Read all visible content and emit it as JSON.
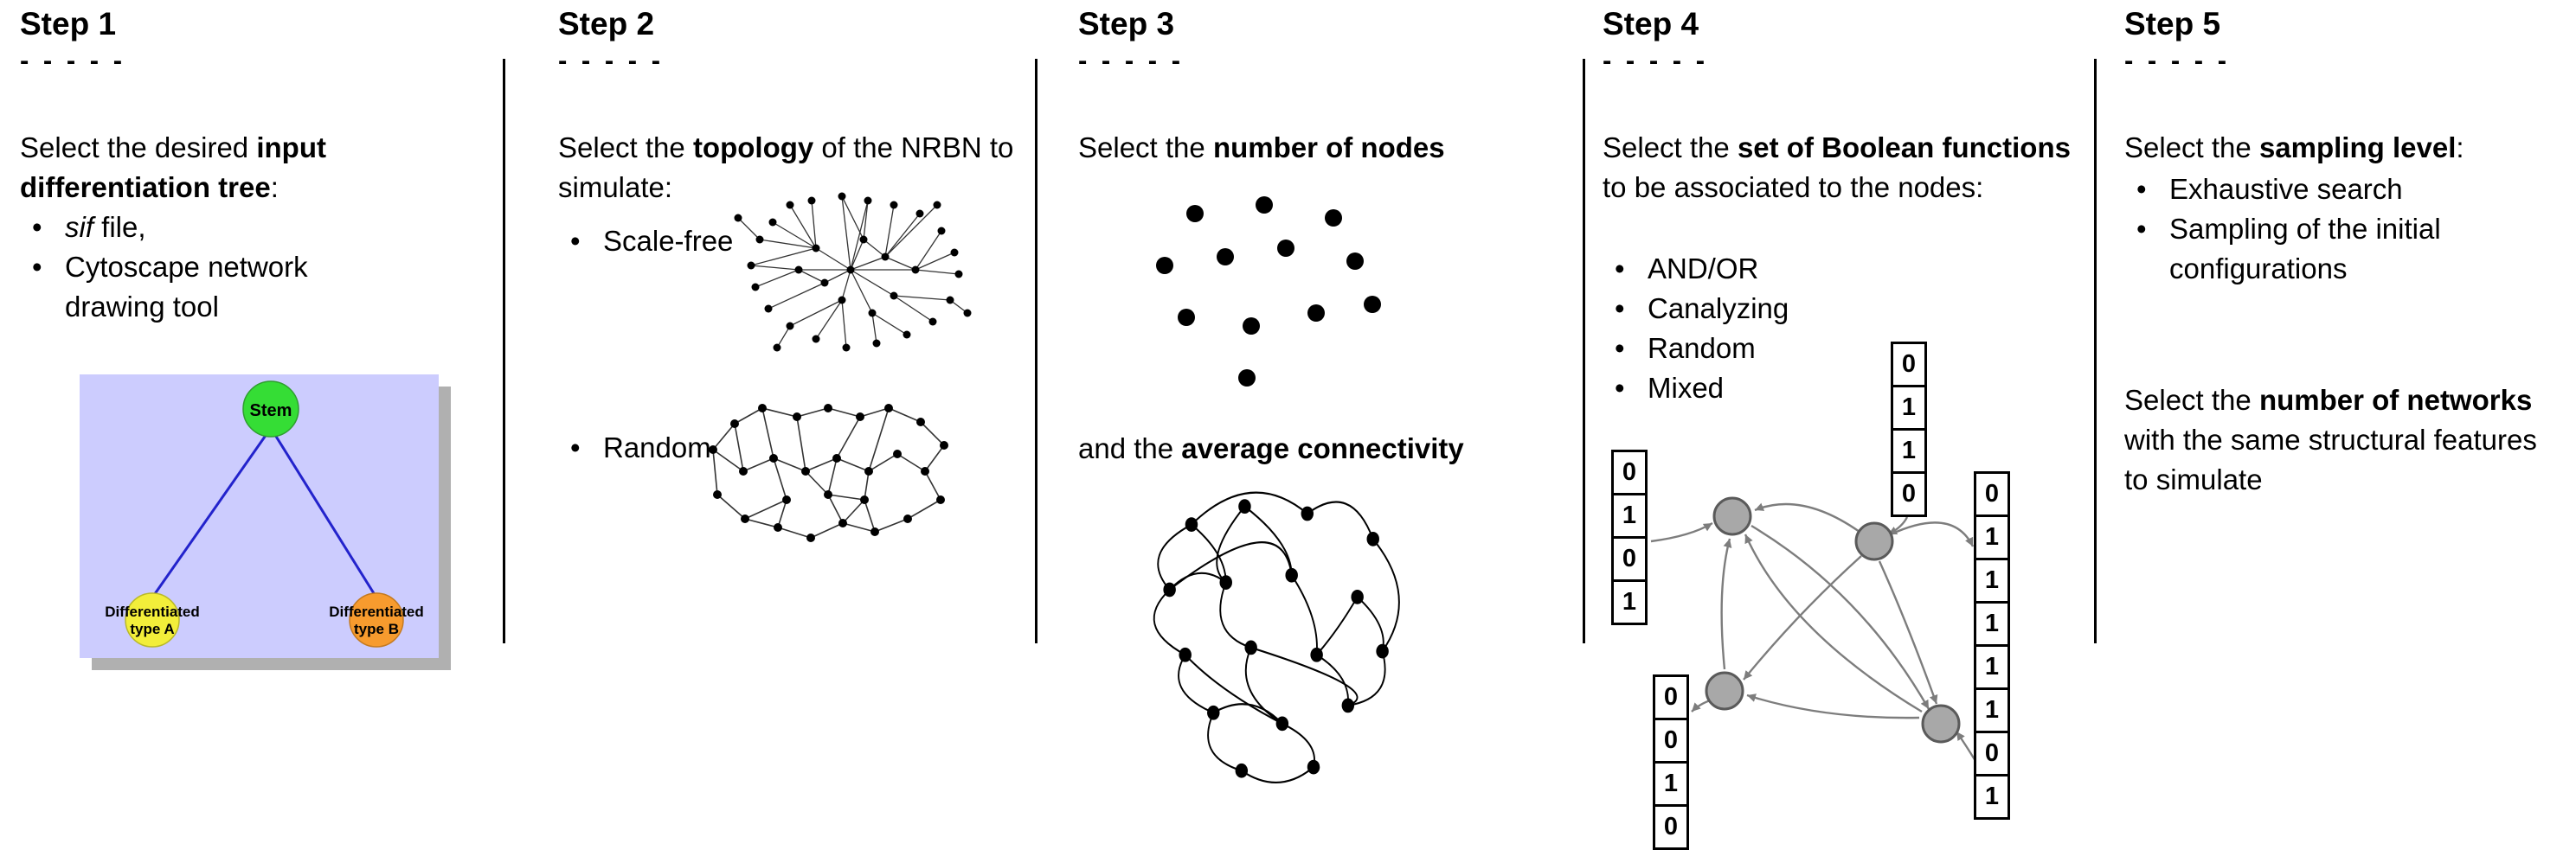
{
  "colors": {
    "tree_bg": "#ccccfe",
    "edge_blue": "#2323cc",
    "stem_green": "#35dd35",
    "type_a_yellow": "#f2ee3a",
    "type_b_orange": "#f79b2e",
    "node_gray": "#a8a8a8",
    "arrow_gray": "#7d7d7d"
  },
  "steps": [
    {
      "header": "Step 1",
      "dashes": "- - - - -",
      "lead_pre": "Select the desired ",
      "lead_bold": "input differentiation tree",
      "lead_post": ":",
      "bullet1_italic": "sif",
      "bullet1_rest": " file,",
      "bullet2": "Cytoscape network drawing tool",
      "tree": {
        "stem": "Stem",
        "type_a_line1": "Differentiated",
        "type_a_line2": "type A",
        "type_b_line1": "Differentiated",
        "type_b_line2": "type B"
      }
    },
    {
      "header": "Step 2",
      "dashes": "- - - - -",
      "lead_pre": "Select the ",
      "lead_bold": "topology",
      "lead_post": " of the NRBN to simulate:",
      "bullet1": "Scale-free",
      "bullet2": "Random"
    },
    {
      "header": "Step 3",
      "dashes": "- - - - -",
      "lead_pre": "Select the ",
      "lead_bold": "number of nodes",
      "second_pre": "and the ",
      "second_bold": "average connectivity"
    },
    {
      "header": "Step 4",
      "dashes": "- - - - -",
      "lead_pre": "Select the ",
      "lead_bold": "set of Boolean functions",
      "lead_post": " to be associated to the nodes:",
      "bullets": [
        "AND/OR",
        "Canalyzing",
        "Random",
        "Mixed"
      ],
      "truth_tables": {
        "left": [
          "0",
          "1",
          "0",
          "1"
        ],
        "top": [
          "0",
          "1",
          "1",
          "0"
        ],
        "right": [
          "0",
          "1",
          "1",
          "1",
          "1",
          "1",
          "0",
          "1"
        ],
        "bottom": [
          "0",
          "0",
          "1",
          "0"
        ]
      }
    },
    {
      "header": "Step 5",
      "dashes": "- - - - -",
      "lead_pre": "Select the ",
      "lead_bold": "sampling level",
      "lead_post": ":",
      "bullets": [
        "Exhaustive search",
        "Sampling of the initial configurations"
      ],
      "second_pre": "Select the ",
      "second_bold": "number of networks",
      "second_post": " with the same structural features to simulate"
    }
  ]
}
